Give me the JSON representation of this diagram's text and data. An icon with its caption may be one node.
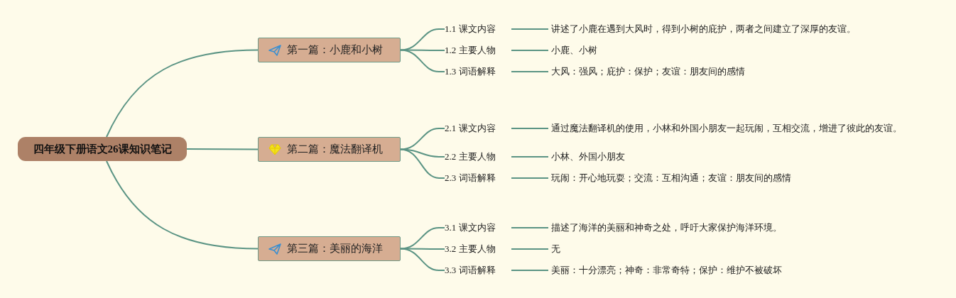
{
  "diagram": {
    "nodes": [
      {
        "text": [
          "四年级下册语文26课知识笔记"
        ]
      },
      {
        "text": [
          "第一篇：小鹿和小树"
        ]
      },
      {
        "text": [
          "1.1 课文内容"
        ]
      },
      {
        "text": [
          "讲述了小鹿在遇到大风时，得到小树的庇护，两者之间建立了深厚的友谊。"
        ]
      },
      {
        "text": [
          "1.2 主要人物"
        ]
      },
      {
        "text": [
          "小鹿、小树"
        ]
      },
      {
        "text": [
          "1.3 词语解释"
        ]
      },
      {
        "text": [
          "大风：强风；庇护：保护；友谊：朋友间的感情"
        ]
      },
      {
        "text": [
          "第二篇：魔法翻译机"
        ]
      },
      {
        "text": [
          "2.1 课文内容"
        ]
      },
      {
        "text": [
          "通过魔法翻译机的使用，小林和外国小朋友一起玩闹，互相交流，增进了彼此的友谊。"
        ]
      },
      {
        "text": [
          "2.2 主要人物"
        ]
      },
      {
        "text": [
          "小林、外国小朋友"
        ]
      },
      {
        "text": [
          "2.3 词语解释"
        ]
      },
      {
        "text": [
          "玩闹：开心地玩耍；交流：互相沟通；友谊：朋友间的感情"
        ]
      },
      {
        "text": [
          "第三篇：美丽的海洋"
        ]
      },
      {
        "text": [
          "3.1 课文内容"
        ]
      },
      {
        "text": [
          "描述了海洋的美丽和神奇之处，呼吁大家保护海洋环境。"
        ]
      },
      {
        "text": [
          "3.2 主要人物"
        ]
      },
      {
        "text": [
          "无"
        ]
      },
      {
        "text": [
          "3.3 词语解释"
        ]
      },
      {
        "text": [
          "美丽：十分漂亮；神奇：非常奇特；保护：维护不被破坏"
        ]
      }
    ],
    "edges": [
      {
        "from": 0,
        "to": 1,
        "arrow": "none"
      },
      {
        "from": 1,
        "to": 2,
        "arrow": "none"
      },
      {
        "from": 2,
        "to": 3,
        "arrow": "none"
      },
      {
        "from": 1,
        "to": 4,
        "arrow": "none"
      },
      {
        "from": 4,
        "to": 5,
        "arrow": "none"
      },
      {
        "from": 1,
        "to": 6,
        "arrow": "none"
      },
      {
        "from": 6,
        "to": 7,
        "arrow": "none"
      },
      {
        "from": 0,
        "to": 8,
        "arrow": "none"
      },
      {
        "from": 8,
        "to": 9,
        "arrow": "none"
      },
      {
        "from": 9,
        "to": 10,
        "arrow": "none"
      },
      {
        "from": 8,
        "to": 11,
        "arrow": "none"
      },
      {
        "from": 11,
        "to": 12,
        "arrow": "none"
      },
      {
        "from": 8,
        "to": 13,
        "arrow": "none"
      },
      {
        "from": 13,
        "to": 14,
        "arrow": "none"
      },
      {
        "from": 0,
        "to": 15,
        "arrow": "none"
      },
      {
        "from": 15,
        "to": 16,
        "arrow": "none"
      },
      {
        "from": 16,
        "to": 17,
        "arrow": "none"
      },
      {
        "from": 15,
        "to": 18,
        "arrow": "none"
      },
      {
        "from": 18,
        "to": 19,
        "arrow": "none"
      },
      {
        "from": 15,
        "to": 20,
        "arrow": "none"
      },
      {
        "from": 20,
        "to": 21,
        "arrow": "none"
      }
    ]
  }
}
